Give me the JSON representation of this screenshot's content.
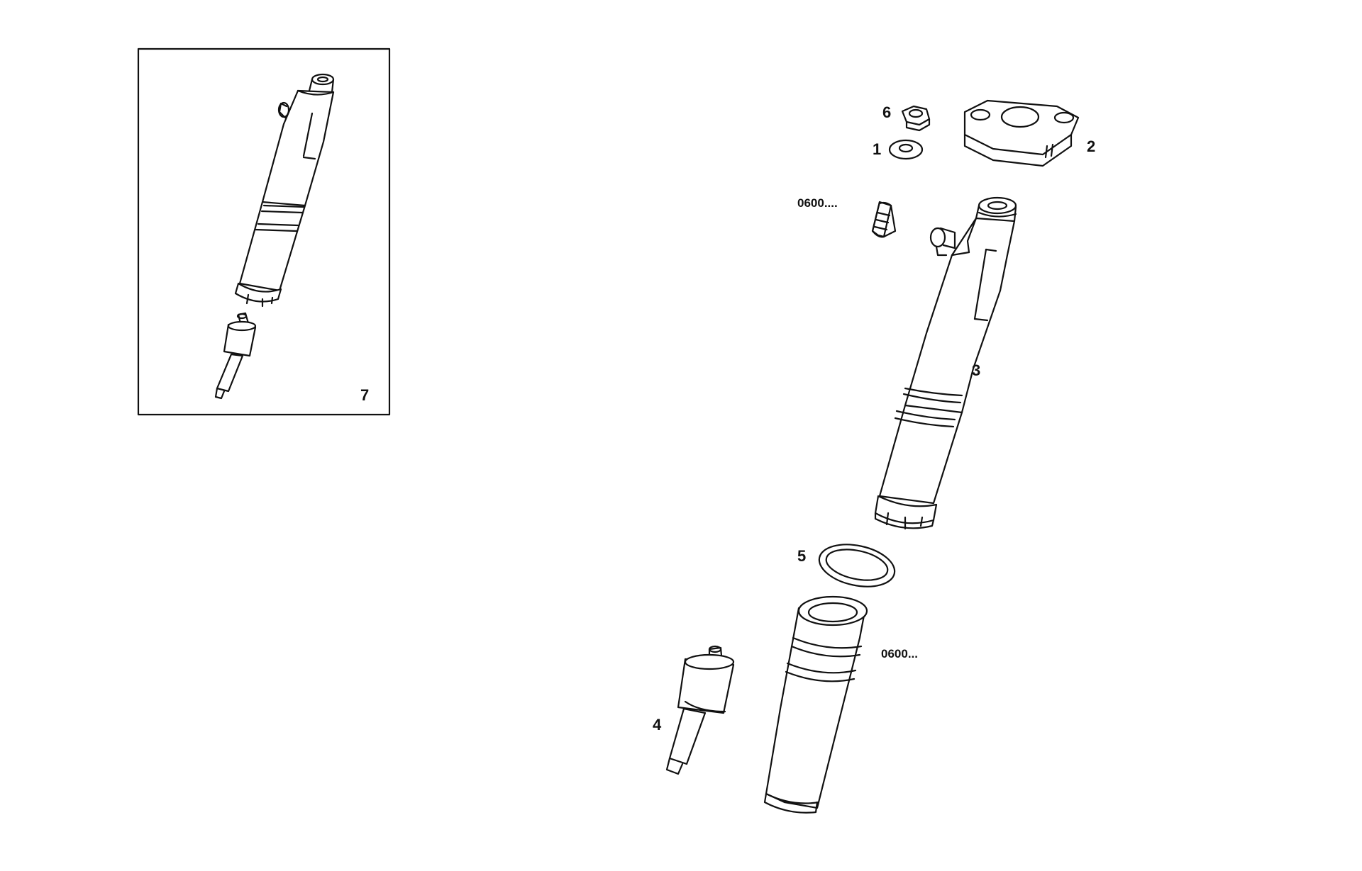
{
  "diagram": {
    "inset_label": "7",
    "callouts": {
      "c1": "1",
      "c2": "2",
      "c3": "3",
      "c4": "4",
      "c5": "5",
      "c6": "6",
      "stud_code": "0600....",
      "sleeve_code": "0600..."
    }
  }
}
